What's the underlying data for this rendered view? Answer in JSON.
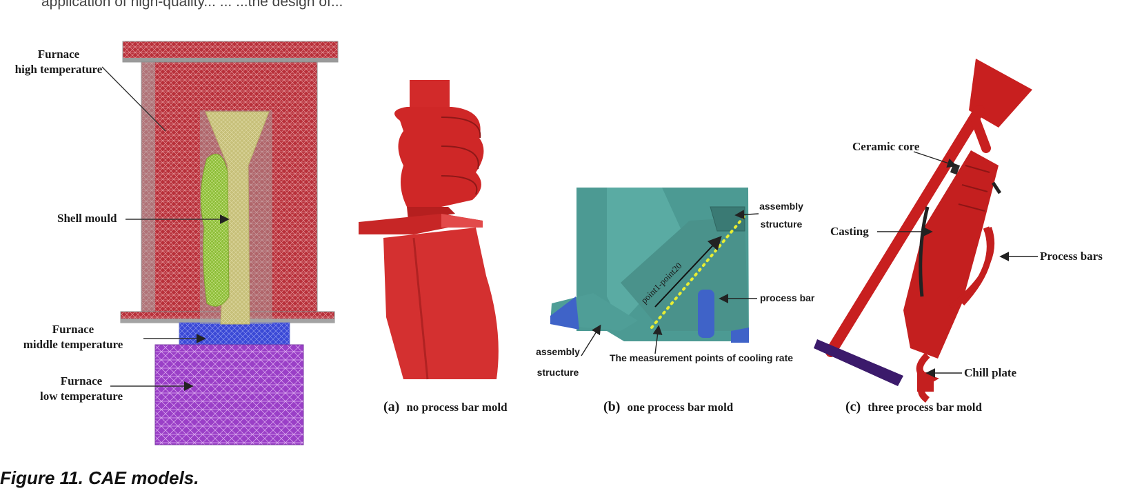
{
  "top_text": "application of high-quality... ... ...the design of...",
  "figure_title": "Figure 11. CAE models.",
  "colors": {
    "furnace_high": "#b8303a",
    "furnace_middle": "#3a49d6",
    "furnace_low": "#9a3fc7",
    "shell": "#c7c07a",
    "casting_red": "#d22a2a",
    "casting_teal": "#4c9a93",
    "process_bar_blue": "#3f63c8",
    "chill_plate": "#3b1a6b"
  },
  "left_panel": {
    "furnace_high": "Furnace\nhigh temperature",
    "shell_mould": "Shell mould",
    "furnace_middle": "Furnace\nmiddle temperature",
    "furnace_low": "Furnace\nlow temperature"
  },
  "panel_a": {
    "tag": "(a)",
    "caption": "no process bar mold"
  },
  "panel_b": {
    "tag": "(b)",
    "caption": "one process bar mold",
    "assembly_top": "assembly\nstructure",
    "assembly_left": "assembly\nstructure",
    "process_bar": "process bar",
    "points": "point1-point20",
    "measurement": "The measurement points of cooling rate"
  },
  "panel_c": {
    "tag": "(c)",
    "caption": "three process bar mold",
    "ceramic_core": "Ceramic core",
    "casting": "Casting",
    "process_bars": "Process bars",
    "chill_plate": "Chill plate"
  }
}
